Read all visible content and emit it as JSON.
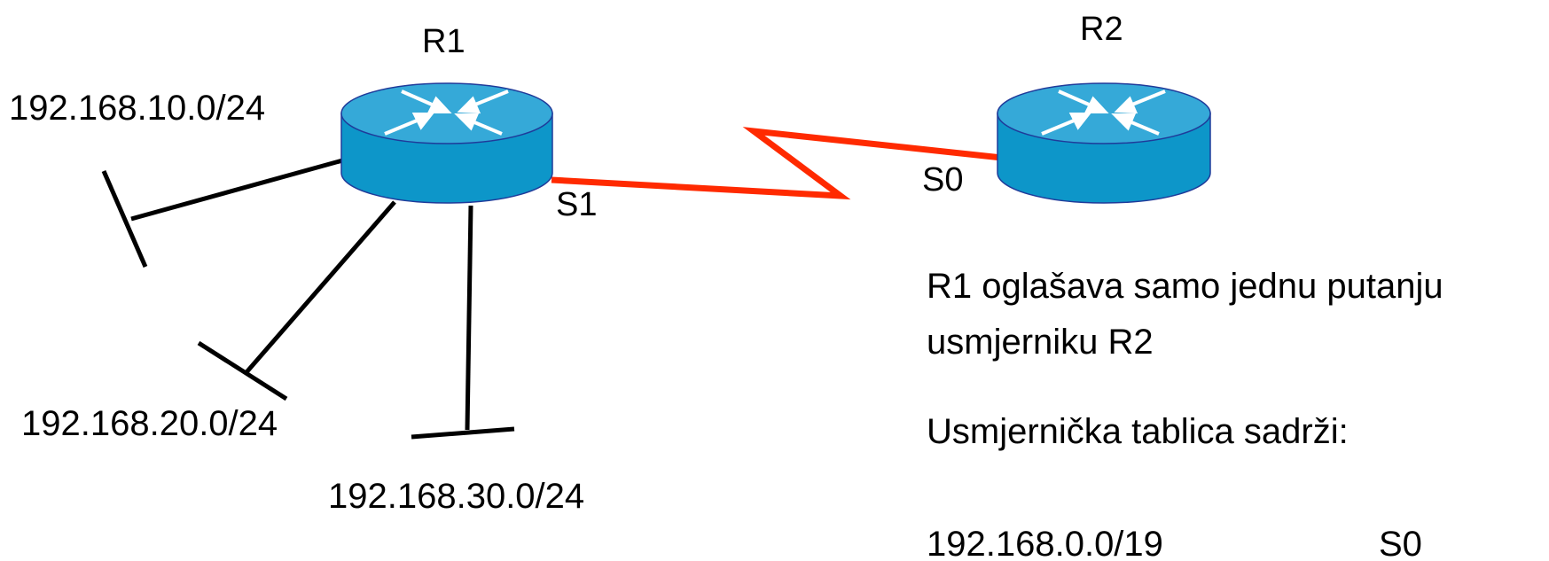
{
  "routers": {
    "r1": {
      "name": "R1"
    },
    "r2": {
      "name": "R2"
    }
  },
  "networks": {
    "net10": "192.168.10.0/24",
    "net20": "192.168.20.0/24",
    "net30": "192.168.30.0/24"
  },
  "interfaces": {
    "r1_serial": "S1",
    "r2_serial": "S0"
  },
  "description": {
    "line1": "R1 oglašava samo jednu putanju",
    "line2": "usmjerniku R2",
    "line3": "Usmjernička tablica sadrži:",
    "route_prefix": "192.168.0.0/19",
    "route_interface": "S0"
  },
  "colors": {
    "router_top": "#35a9d8",
    "router_body": "#0d96c9",
    "router_outline": "#1f3b9a",
    "serial_link": "#ff2a00",
    "lan_link": "#000000"
  }
}
